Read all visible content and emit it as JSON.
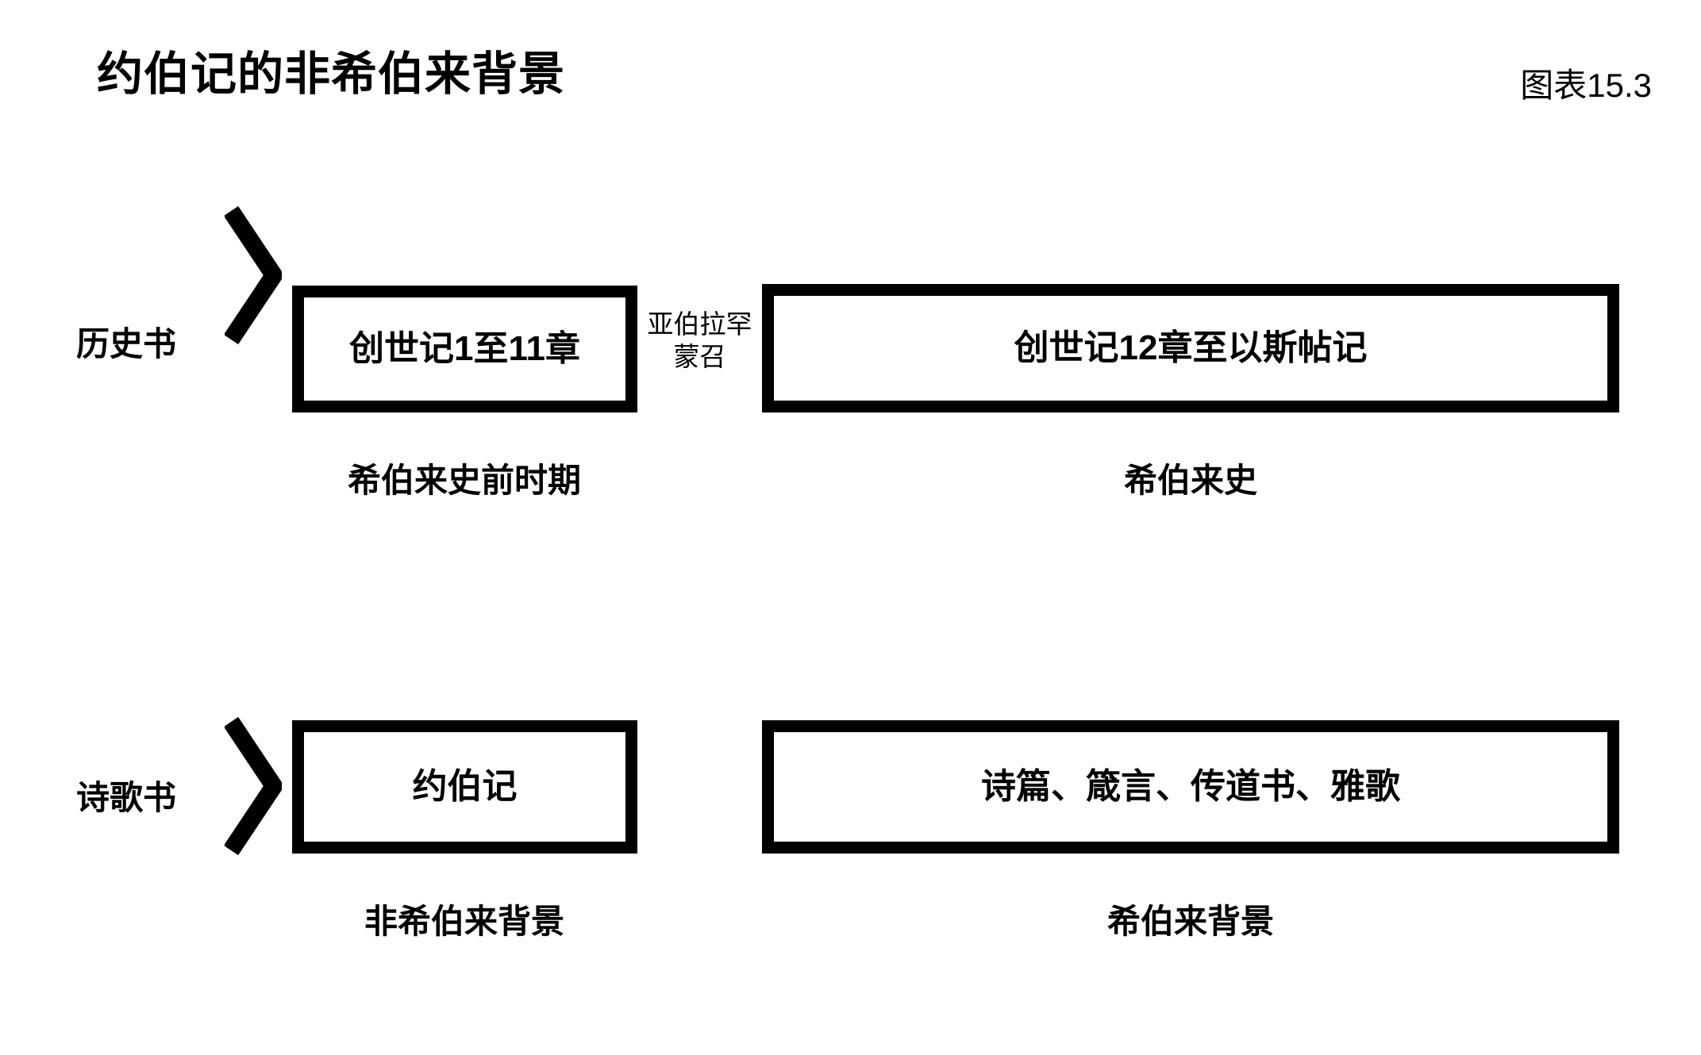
{
  "page": {
    "title": "约伯记的非希伯来背景",
    "figure_number": "图表15.3",
    "background_color": "#ffffff",
    "ink_color": "#000000"
  },
  "chart_data": {
    "type": "diagram",
    "title": "约伯记的非希伯来背景",
    "figure_number": "图表15.3",
    "subtype": "two-row comparative block diagram",
    "rows": [
      {
        "id": "historical-books",
        "label": "历史书",
        "arrow_icon": "chevron-right-icon",
        "blocks": [
          {
            "id": "genesis-1-11",
            "text": "创世记1至11章",
            "caption": "希伯来史前时期",
            "relative_width": "narrow"
          },
          {
            "id": "genesis-12-esther",
            "text": "创世记12章至以斯帖记",
            "caption": "希伯来史",
            "relative_width": "wide"
          }
        ],
        "divider_note": {
          "lines": [
            "亚伯拉罕",
            "蒙召"
          ],
          "text": "亚伯拉罕蒙召"
        }
      },
      {
        "id": "poetic-books",
        "label": "诗歌书",
        "arrow_icon": "chevron-right-icon",
        "blocks": [
          {
            "id": "job",
            "text": "约伯记",
            "caption": "非希伯来背景",
            "relative_width": "narrow"
          },
          {
            "id": "other-poetic",
            "text": "诗篇、箴言、传道书、雅歌",
            "caption": "希伯来背景",
            "relative_width": "wide"
          }
        ],
        "divider_note": null
      }
    ]
  }
}
